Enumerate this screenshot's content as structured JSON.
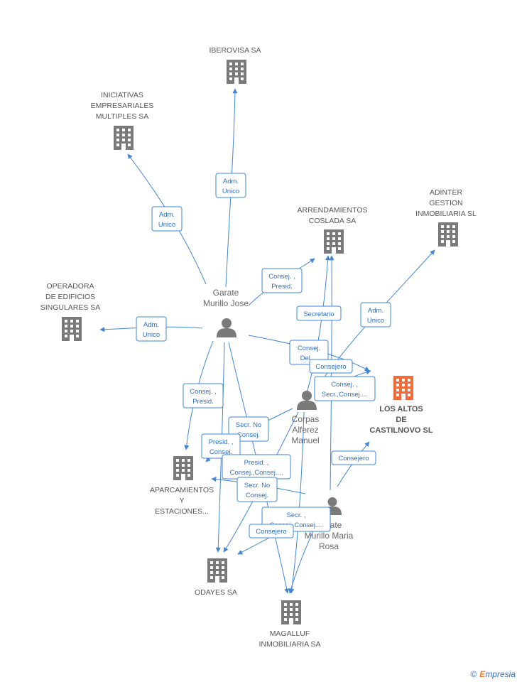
{
  "companies": {
    "iberovisa": "IBEROVISA SA",
    "iniciativas": [
      "INICIATIVAS",
      "EMPRESARIALES",
      "MULTIPLES SA"
    ],
    "arrendamientos": [
      "ARRENDAMIENTOS",
      "COSLADA SA"
    ],
    "adinter": [
      "ADINTER",
      "GESTION",
      "INMOBILIARIA SL"
    ],
    "operadora": [
      "OPERADORA",
      "DE EDIFICIOS",
      "SINGULARES SA"
    ],
    "losaltos": [
      "LOS ALTOS",
      "DE",
      "CASTILNOVO SL"
    ],
    "aparcamientos": [
      "APARCAMIENTOS",
      "Y",
      "ESTACIONES..."
    ],
    "odayes": "ODAYES SA",
    "magalluf": [
      "MAGALLUF",
      "INMOBILIARIA SA"
    ]
  },
  "persons": {
    "garate_jose": [
      "Garate",
      "Murillo Jose"
    ],
    "corpas": [
      "Corpas",
      "Alferez",
      "Manuel"
    ],
    "garate_rosa": [
      "ate",
      "Murillo Maria",
      "Rosa"
    ]
  },
  "edge_labels": {
    "adm_unico": [
      "Adm.",
      "Unico"
    ],
    "consej_presid": [
      "Consej. ,",
      "Presid."
    ],
    "secretario": "Secretario",
    "consej_del": [
      "Consej.",
      "Del...."
    ],
    "consejero": "Consejero",
    "consej_secr": [
      "Consej. ,",
      "Secr.,Consej...."
    ],
    "secr_no_consej": [
      "Secr. No",
      "Consej."
    ],
    "presid_consej": [
      "Presid. ,",
      "Consej."
    ],
    "presid_consej_consej": [
      "Presid. ,",
      "Consej.,Consej...."
    ],
    "secr_consej": [
      "Secr. ,",
      "Consej.,Consej...."
    ]
  },
  "colors": {
    "edge": "#3f86d8",
    "building": "#7a7a7a",
    "focus_building": "#f26b3a",
    "person": "#7a7a7a"
  },
  "footer": {
    "copyright": "©",
    "brand_first": "E",
    "brand_rest": "mpresia"
  }
}
